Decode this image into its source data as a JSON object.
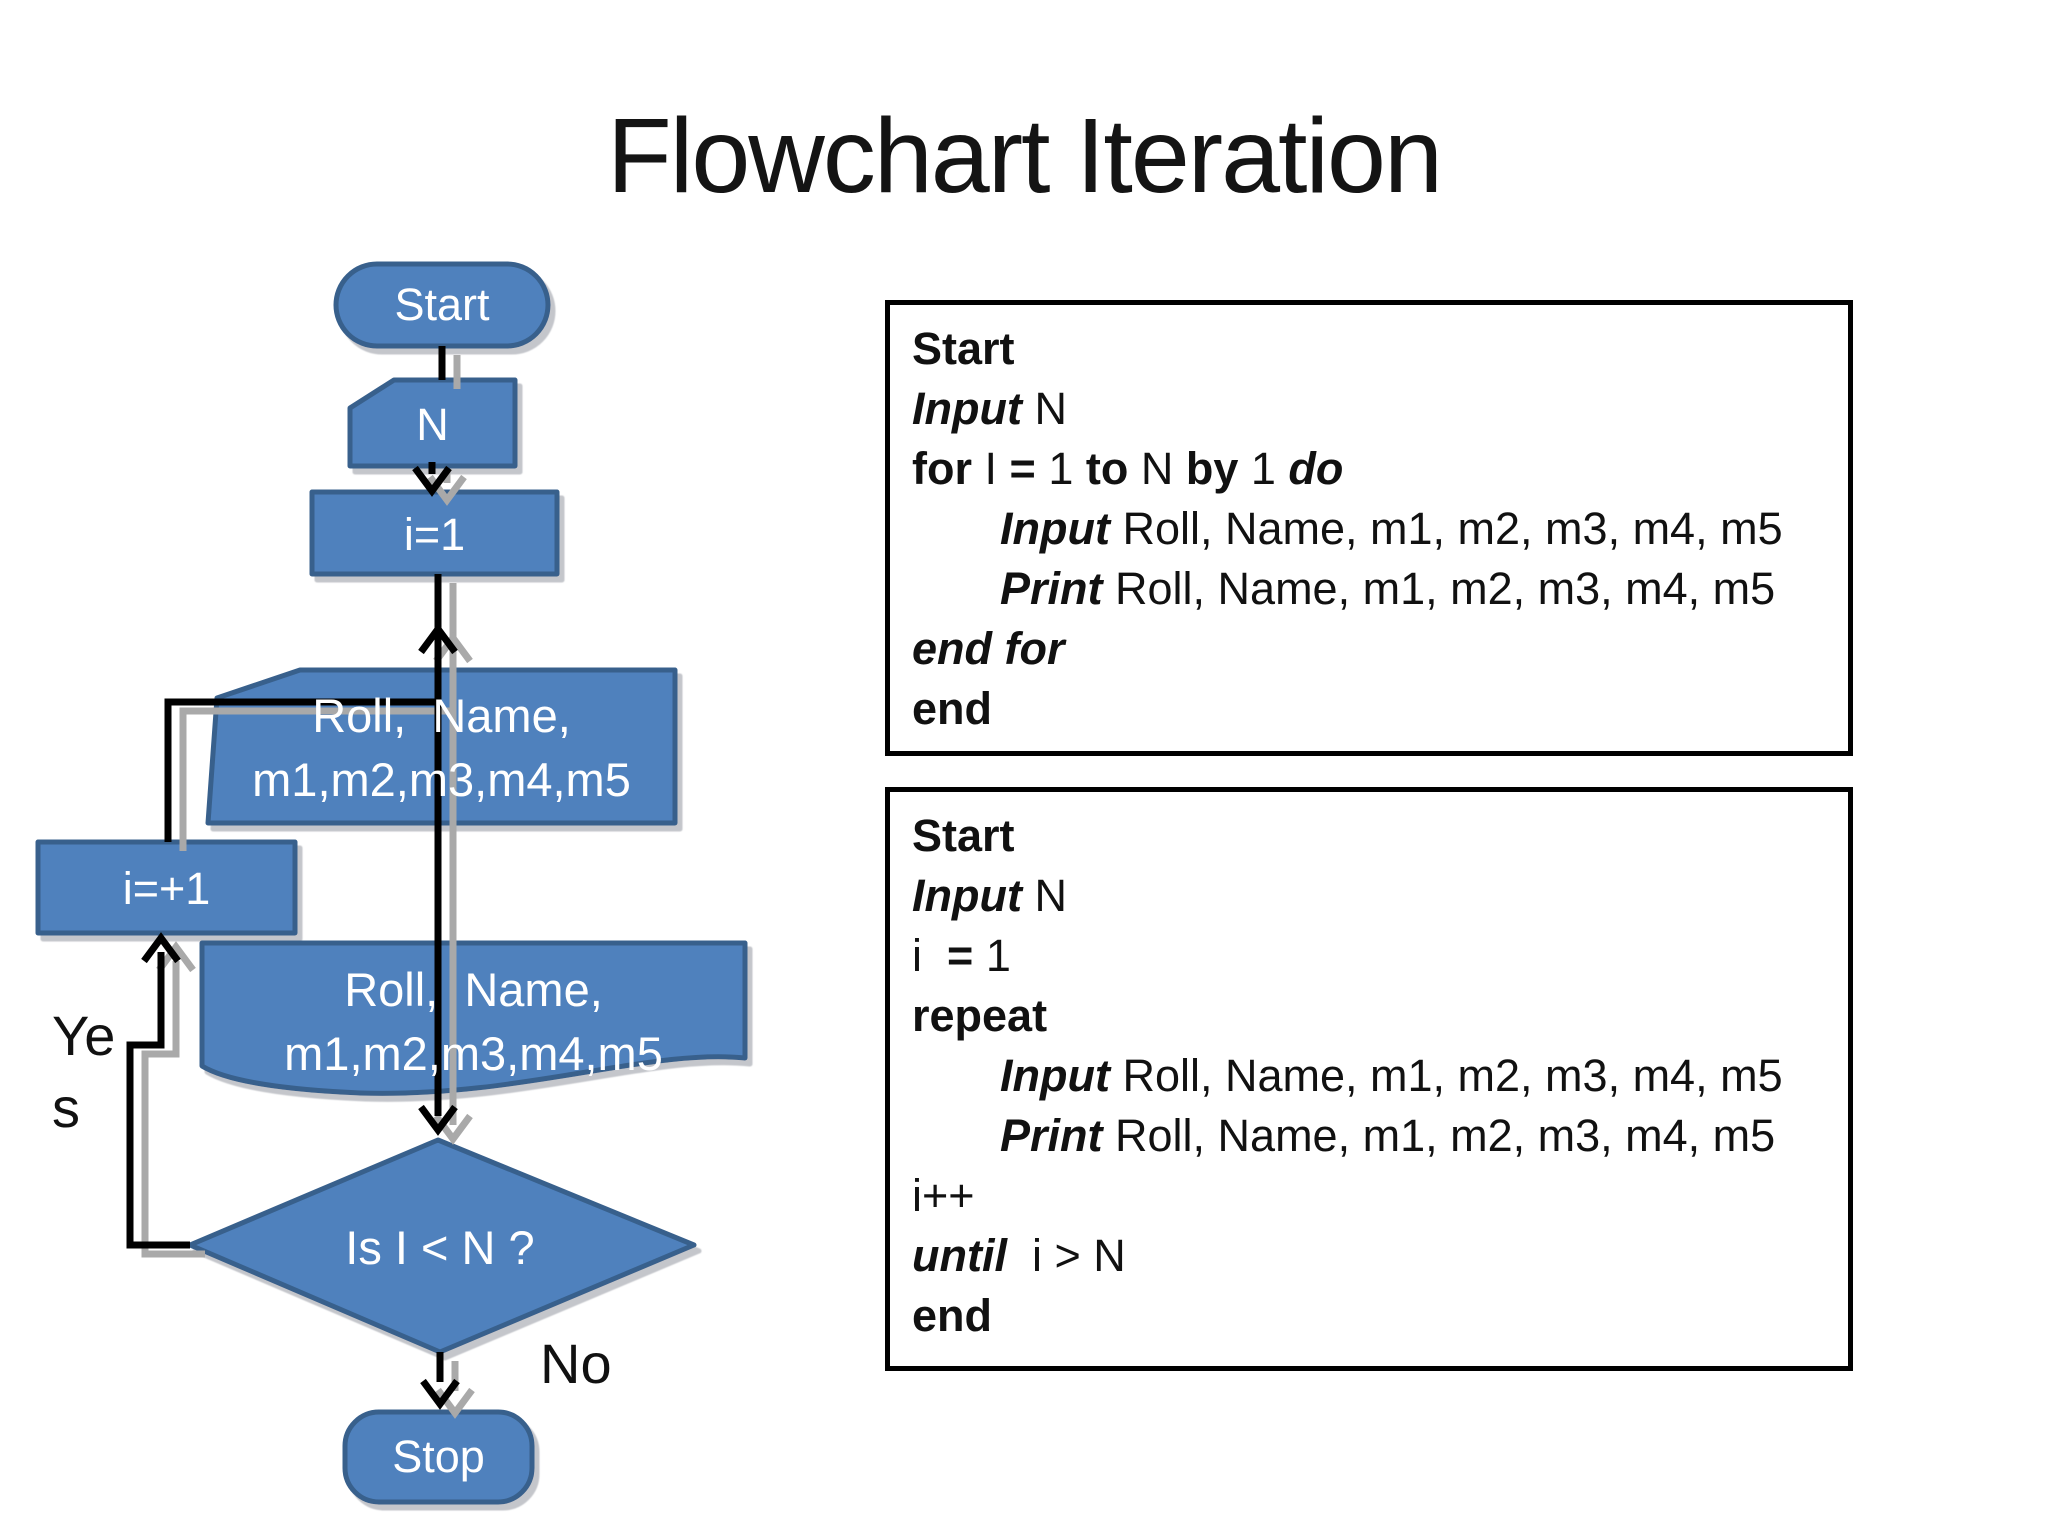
{
  "title": "Flowchart Iteration",
  "colors": {
    "shape_fill": "#4f81bd",
    "shape_border": "#38608c",
    "connector": "#000000",
    "connector_shadow": "#a9a9a9",
    "shape_text": "#ffffff",
    "code_text": "#111111"
  },
  "flowchart": {
    "nodes": {
      "start": {
        "type": "terminator",
        "label": "Start"
      },
      "input_n": {
        "type": "card",
        "label": "N"
      },
      "init": {
        "type": "process",
        "label": "i=1"
      },
      "input_record": {
        "type": "data",
        "line1": "Roll,  Name,",
        "line2": "m1,m2,m3,m4,m5"
      },
      "increment": {
        "type": "process",
        "label": "i=+1"
      },
      "print_record": {
        "type": "document",
        "line1": "Roll,  Name,",
        "line2": "m1,m2,m3,m4,m5"
      },
      "decision": {
        "type": "decision",
        "label": "Is I < N ?"
      },
      "stop": {
        "type": "terminator",
        "label": "Stop"
      }
    },
    "edge_labels": {
      "yes": "Ye\ns",
      "no": "No"
    }
  },
  "code_boxes": [
    {
      "lines": [
        {
          "seg": [
            {
              "t": "Start",
              "s": "b"
            }
          ]
        },
        {
          "seg": [
            {
              "t": "Input",
              "s": "bi"
            },
            {
              "t": " N",
              "s": "r"
            }
          ]
        },
        {
          "seg": [
            {
              "t": "for ",
              "s": "b"
            },
            {
              "t": "I ",
              "s": "r"
            },
            {
              "t": "= ",
              "s": "b"
            },
            {
              "t": "1 ",
              "s": "r"
            },
            {
              "t": "to ",
              "s": "b"
            },
            {
              "t": "N ",
              "s": "r"
            },
            {
              "t": "by ",
              "s": "b"
            },
            {
              "t": "1 ",
              "s": "r"
            },
            {
              "t": "do",
              "s": "bi"
            }
          ]
        },
        {
          "indent": true,
          "seg": [
            {
              "t": "Input",
              "s": "bi"
            },
            {
              "t": " Roll, Name, m1, m2, m3, m4, m5",
              "s": "r"
            }
          ]
        },
        {
          "indent": true,
          "seg": [
            {
              "t": "Print",
              "s": "bi"
            },
            {
              "t": " Roll, Name, m1, m2, m3, m4, m5",
              "s": "r"
            }
          ]
        },
        {
          "seg": [
            {
              "t": "end for",
              "s": "bi"
            }
          ]
        },
        {
          "seg": [
            {
              "t": "end",
              "s": "b"
            }
          ]
        }
      ]
    },
    {
      "lines": [
        {
          "seg": [
            {
              "t": "Start",
              "s": "b"
            }
          ]
        },
        {
          "seg": [
            {
              "t": "Input",
              "s": "bi"
            },
            {
              "t": " N",
              "s": "r"
            }
          ]
        },
        {
          "seg": [
            {
              "t": "i  ",
              "s": "r"
            },
            {
              "t": "= ",
              "s": "b"
            },
            {
              "t": "1",
              "s": "r"
            }
          ]
        },
        {
          "seg": [
            {
              "t": "repeat",
              "s": "b"
            }
          ]
        },
        {
          "indent": true,
          "seg": [
            {
              "t": "Input",
              "s": "bi"
            },
            {
              "t": " Roll, Name, m1, m2, m3, m4, m5",
              "s": "r"
            }
          ]
        },
        {
          "indent": true,
          "seg": [
            {
              "t": "Print",
              "s": "bi"
            },
            {
              "t": " Roll, Name, m1, m2, m3, m4, m5",
              "s": "r"
            }
          ]
        },
        {
          "seg": [
            {
              "t": "i++",
              "s": "r"
            }
          ]
        },
        {
          "seg": [
            {
              "t": "until",
              "s": "bi"
            },
            {
              "t": "  i > N",
              "s": "r"
            }
          ]
        },
        {
          "seg": [
            {
              "t": "end",
              "s": "b"
            }
          ]
        }
      ]
    }
  ]
}
